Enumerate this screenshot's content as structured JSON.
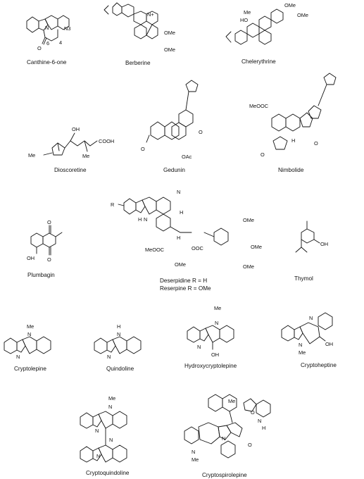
{
  "compounds": [
    {
      "name": "Canthine-6-one"
    },
    {
      "name": "Berberine"
    },
    {
      "name": "Chelerythrine"
    },
    {
      "name": "Dioscoretine"
    },
    {
      "name": "Gedunin"
    },
    {
      "name": "Nimbolide"
    },
    {
      "name": "Plumbagin"
    },
    {
      "name": "Deserpidine R = H"
    },
    {
      "name": "Reserpine R = OMe"
    },
    {
      "name": "Thymol"
    },
    {
      "name": "Cryptolepine"
    },
    {
      "name": "Quindoline"
    },
    {
      "name": "Hydroxycryptolepine"
    },
    {
      "name": "Cryptoheptine"
    },
    {
      "name": "Cryptoquindoline"
    },
    {
      "name": "Cryptospirolepine"
    }
  ],
  "atoms": {
    "n3": "N3",
    "o": "O",
    "six": "6",
    "four": "4",
    "nplus": "N+",
    "ome": "OMe",
    "me": "Me",
    "ho": "HO",
    "oh": "OH",
    "cooh": "COOH",
    "meooc": "MeOOC",
    "ooc": "OOC",
    "oac": "OAc",
    "h": "H",
    "n": "N",
    "r": "R"
  }
}
